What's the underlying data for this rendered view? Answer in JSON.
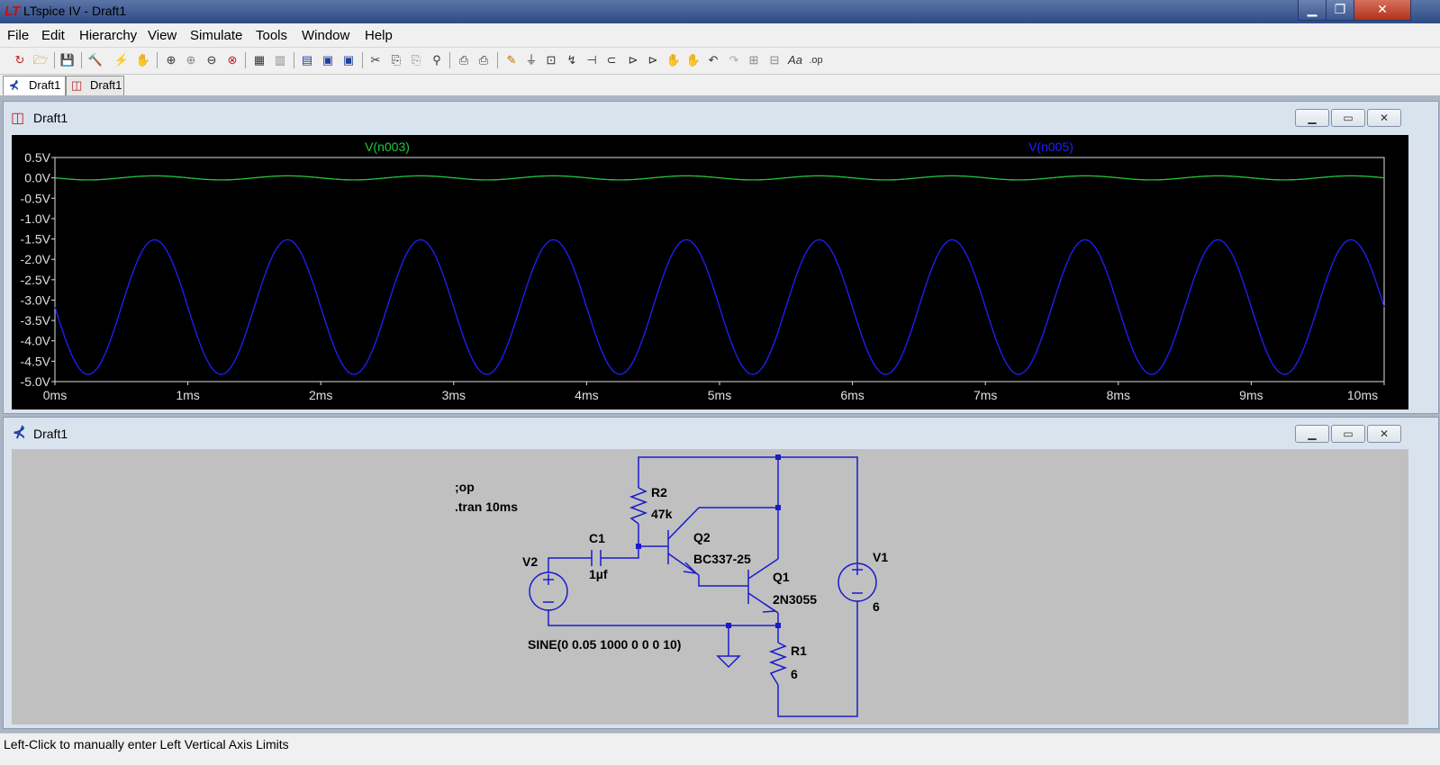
{
  "window": {
    "title": "LTspice IV - Draft1",
    "logo": "LT"
  },
  "menu": [
    "File",
    "Edit",
    "Hierarchy",
    "View",
    "Simulate",
    "Tools",
    "Window",
    "Help"
  ],
  "toolbar_glyphs": [
    "↻",
    "🗁",
    "💾",
    "🔨",
    "⚡",
    "✋",
    "⊕",
    "⊕",
    "⊖",
    "⊗",
    "▦",
    "▥",
    "▤",
    "▣",
    "▣",
    "✂",
    "⎘",
    "⎘",
    "⚲",
    "⎙",
    "⎙",
    "✎",
    "⏚",
    "⊡",
    "↯",
    "⊣",
    "⊂",
    "⊳",
    "⊳",
    "✋",
    "↶",
    "↷",
    "⊞",
    "⊟",
    "Aa",
    ".op"
  ],
  "tabs": [
    {
      "label": "Draft1",
      "icon": "schematic-icon"
    },
    {
      "label": "Draft1",
      "icon": "waveform-icon"
    }
  ],
  "waveform_window": {
    "title": "Draft1"
  },
  "schematic_window": {
    "title": "Draft1"
  },
  "window_buttons": {
    "minimize": "▁",
    "restore": "▭",
    "close": "✕"
  },
  "status": "Left-Click to manually enter Left Vertical Axis Limits",
  "colors": {
    "plot_bg": "#000000",
    "trace1": "#22c83c",
    "trace2": "#2020ff",
    "wire": "#1a1acc",
    "schem_bg": "#c0c0c0"
  },
  "chart_data": {
    "type": "line",
    "xlabel": "",
    "ylabel": "",
    "x_range_ms": [
      0,
      10
    ],
    "ylim": [
      -5.0,
      0.5
    ],
    "x_ticks": [
      "0ms",
      "1ms",
      "2ms",
      "3ms",
      "4ms",
      "5ms",
      "6ms",
      "7ms",
      "8ms",
      "9ms",
      "10ms"
    ],
    "y_ticks": [
      "0.5V",
      "0.0V",
      "-0.5V",
      "-1.0V",
      "-1.5V",
      "-2.0V",
      "-2.5V",
      "-3.0V",
      "-3.5V",
      "-4.0V",
      "-4.5V",
      "-5.0V"
    ],
    "grid": false,
    "series": [
      {
        "name": "V(n003)",
        "color": "#22c83c",
        "offset_v": 0.0,
        "amplitude_v": 0.05,
        "frequency_hz": 1000
      },
      {
        "name": "V(n005)",
        "color": "#2020ff",
        "offset_v": -3.17,
        "amplitude_v": 1.65,
        "frequency_hz": 1000
      }
    ]
  },
  "schematic": {
    "directives": [
      ";op",
      ".tran 10ms"
    ],
    "components": {
      "R2": {
        "name": "R2",
        "value": "47k"
      },
      "C1": {
        "name": "C1",
        "value": "1µf"
      },
      "Q2": {
        "name": "Q2",
        "value": "BC337-25"
      },
      "Q1": {
        "name": "Q1",
        "value": "2N3055"
      },
      "V2": {
        "name": "V2",
        "value": "SINE(0 0.05 1000 0 0 0 10)"
      },
      "V1": {
        "name": "V1",
        "value": "6"
      },
      "R1": {
        "name": "R1",
        "value": "6"
      }
    }
  }
}
